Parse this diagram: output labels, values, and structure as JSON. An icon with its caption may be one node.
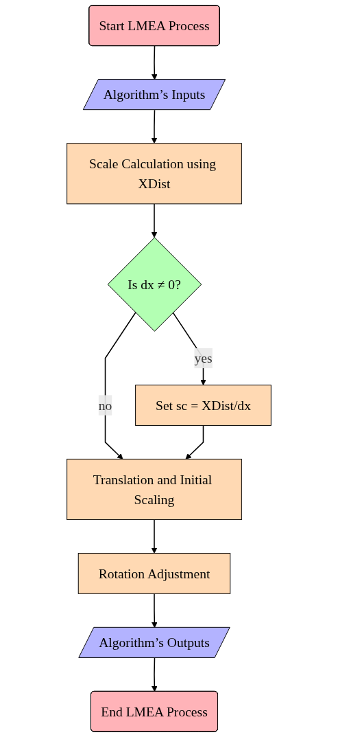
{
  "diagram": {
    "nodes": [
      {
        "text": [
          "Start LMEA Process"
        ]
      },
      {
        "text": [
          "Algorithm’s Inputs"
        ]
      },
      {
        "text": [
          "Scale Calculation using XDist"
        ]
      },
      {
        "text": [
          "Is dx ≠ 0?"
        ]
      },
      {
        "text": [
          "Set sc = XDist/dx"
        ]
      },
      {
        "text": [
          "Translation and Initial Scaling"
        ]
      },
      {
        "text": [
          "Rotation Adjustment"
        ]
      },
      {
        "text": [
          "Algorithm’s Outputs"
        ]
      },
      {
        "text": [
          "End LMEA Process"
        ]
      }
    ],
    "edges": [
      {
        "from": 0,
        "to": 1,
        "arrow": "to"
      },
      {
        "from": 1,
        "to": 2,
        "arrow": "to"
      },
      {
        "from": 2,
        "to": 3,
        "arrow": "to"
      },
      {
        "from": 3,
        "to": 4,
        "label": "yes",
        "arrow": "to"
      },
      {
        "from": 3,
        "to": 5,
        "label": "no",
        "arrow": "to"
      },
      {
        "from": 4,
        "to": 5,
        "arrow": "to"
      },
      {
        "from": 5,
        "to": 6,
        "arrow": "to"
      },
      {
        "from": 6,
        "to": 7,
        "arrow": "to"
      },
      {
        "from": 7,
        "to": 8,
        "arrow": "to"
      }
    ]
  }
}
